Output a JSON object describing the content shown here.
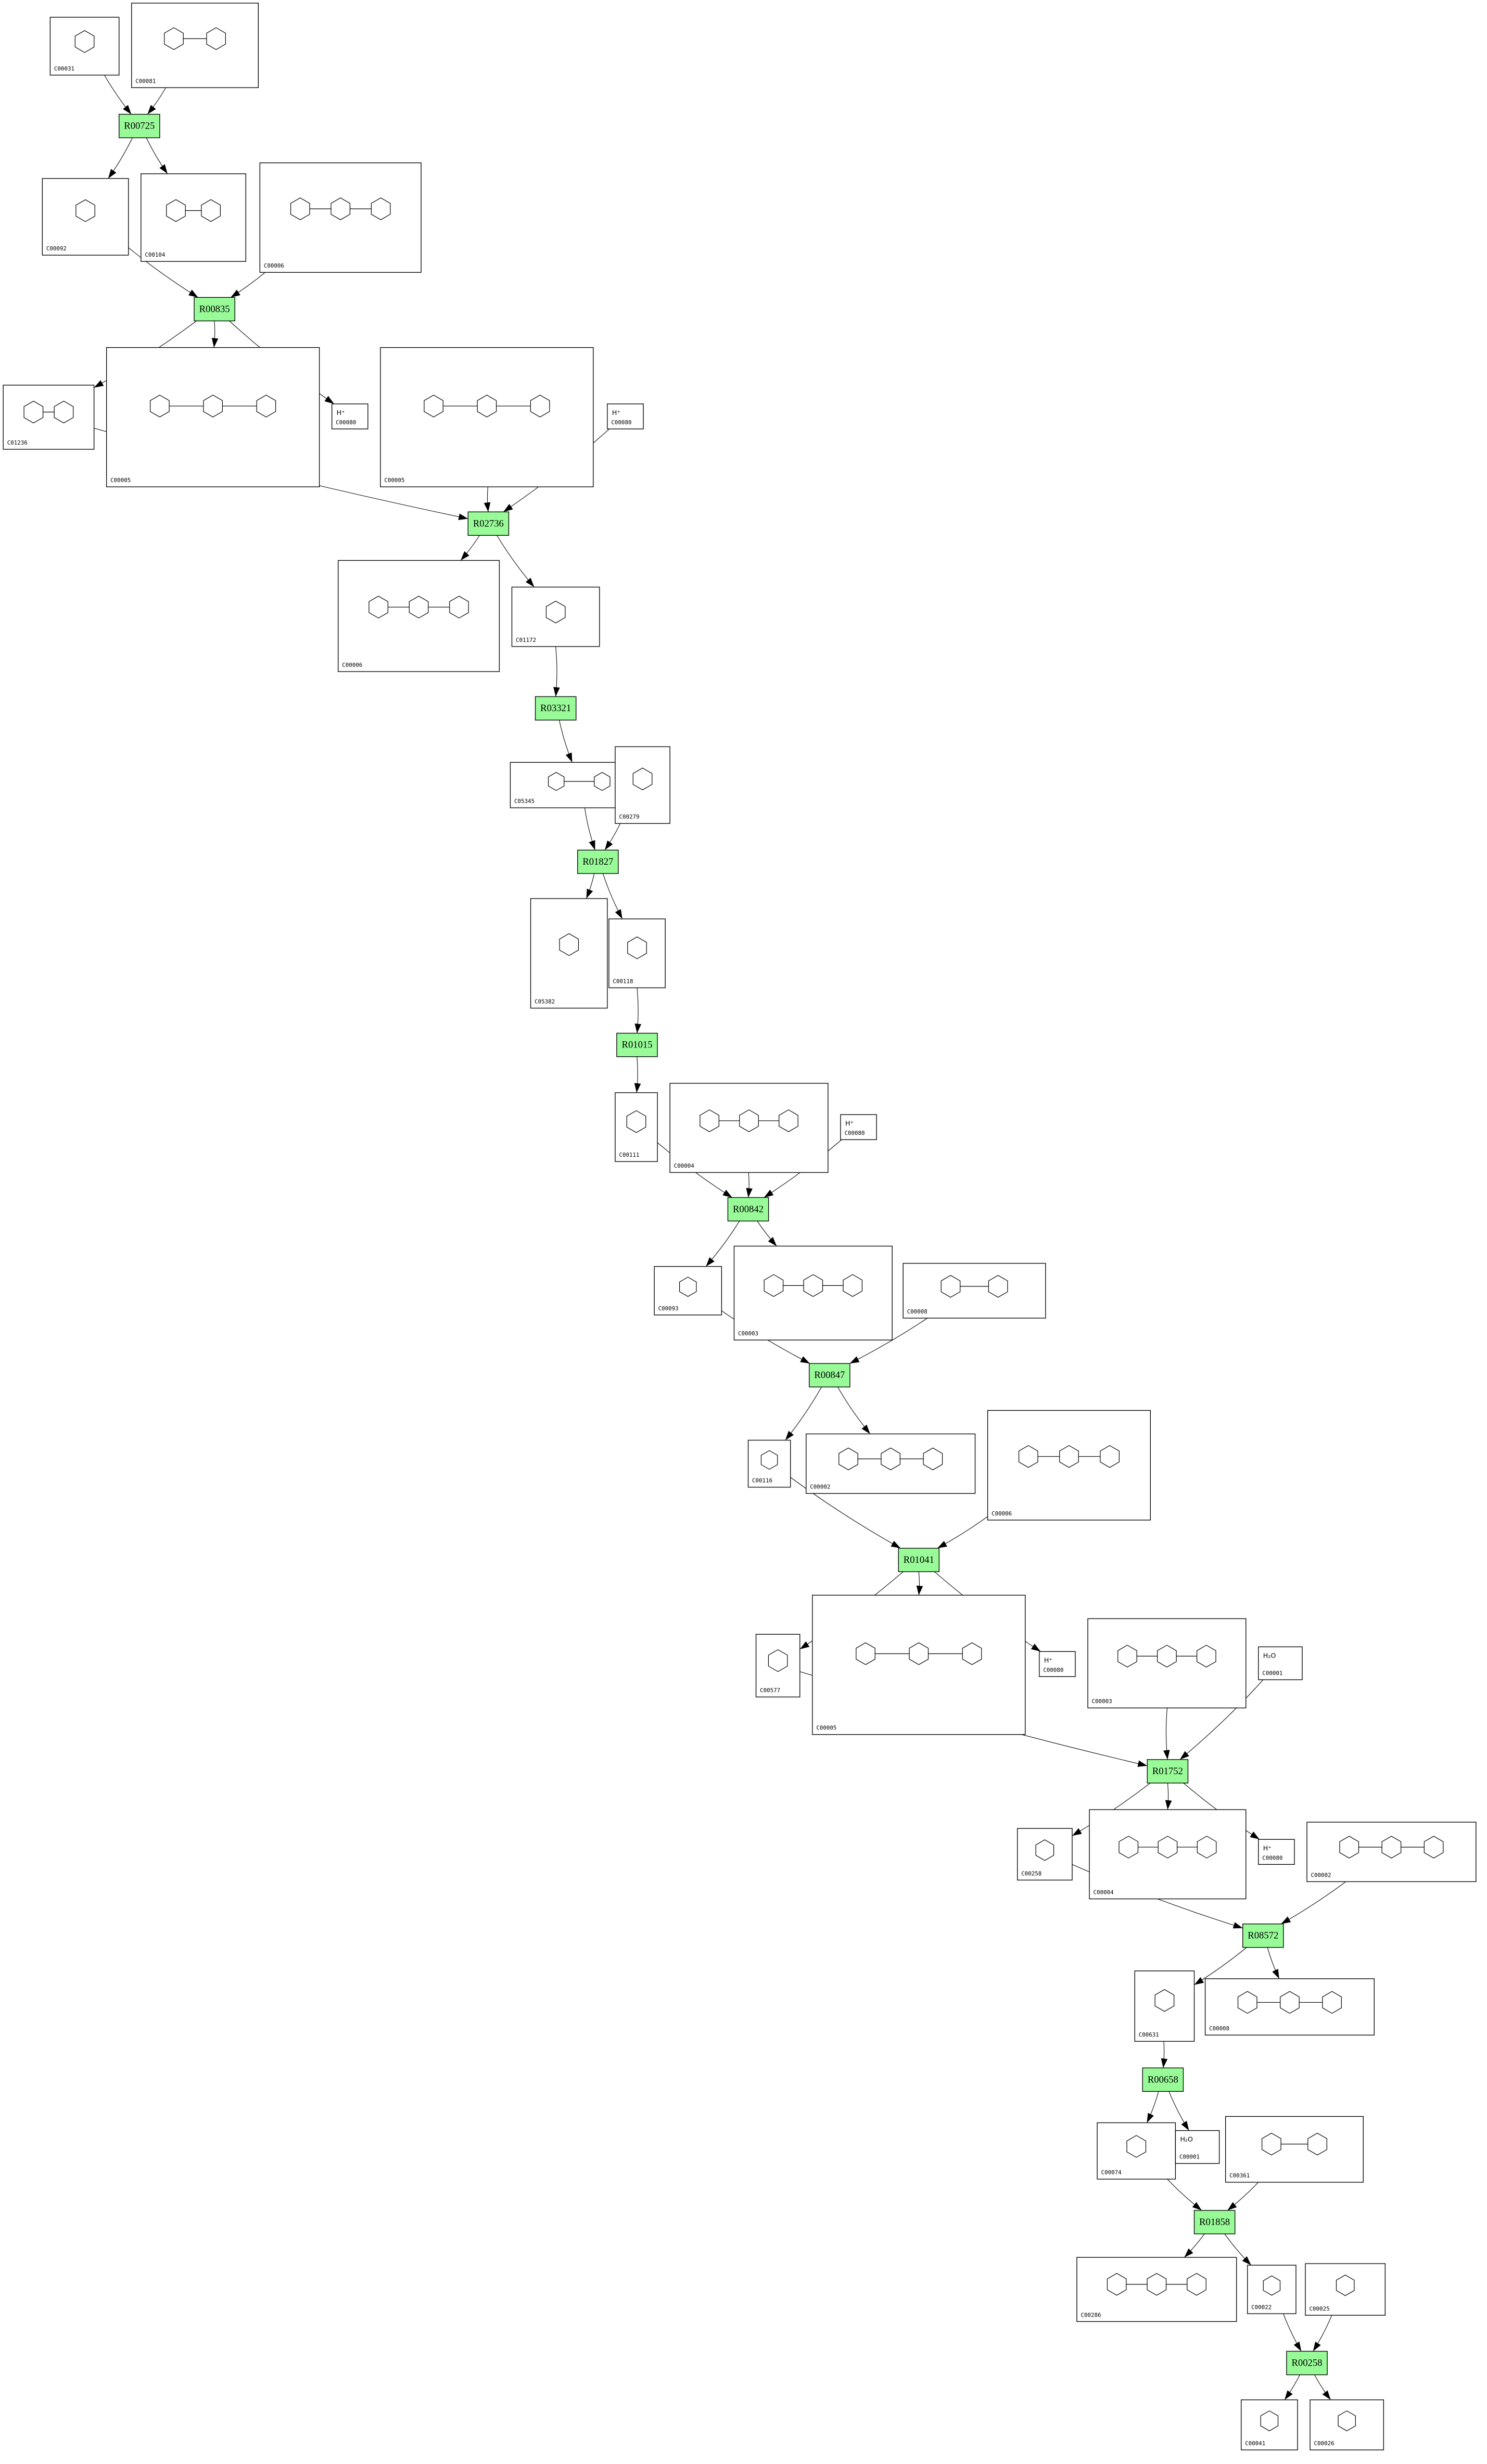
{
  "diagram": {
    "colors": {
      "reaction_fill": "#98fb98",
      "compound_fill": "#ffffff",
      "stroke": "#000000"
    },
    "compounds": {
      "c1": "C00031",
      "c2": "C00081",
      "c3": "C00092",
      "c4": "C00104",
      "c5": "C00006",
      "c6": "C01236",
      "c7": "C00005",
      "c8": "C00080",
      "c9": "C00005",
      "c10": "C00080",
      "c11": "C00006",
      "c12": "C01172",
      "c13": "C05345",
      "c14": "C00279",
      "c15": "C05382",
      "c16": "C00118",
      "c17": "C00111",
      "c18": "C00004",
      "c19": "C00080",
      "c20": "C00093",
      "c21": "C00003",
      "c22": "C00008",
      "c23": "C00116",
      "c24": "C00002",
      "c25": "C00006",
      "c26": "C00577",
      "c27": "C00005",
      "c28": "C00080",
      "c29": "C00003",
      "c30": "C00001",
      "c31": "C00258",
      "c32": "C00004",
      "c33": "C00080",
      "c34": "C00002",
      "c35": "C00631",
      "c36": "C00008",
      "c37": "C00074",
      "c38": "C00001",
      "c39": "C00361",
      "c40": "C00286",
      "c41": "C00022",
      "c42": "C00025",
      "c43": "C00041",
      "c44": "C00026"
    },
    "hplus_label": "H⁺",
    "water_label": "H₂O",
    "reactions": [
      {
        "key": "r1",
        "id": "R00725",
        "substrates": [
          "c1",
          "c2"
        ],
        "products": [
          "c3",
          "c4"
        ]
      },
      {
        "key": "r2",
        "id": "R00835",
        "substrates": [
          "c3",
          "c5"
        ],
        "products": [
          "c6",
          "c7",
          "c8"
        ]
      },
      {
        "key": "r3",
        "id": "R02736",
        "substrates": [
          "c6",
          "c9",
          "c10"
        ],
        "products": [
          "c11",
          "c12"
        ]
      },
      {
        "key": "r4",
        "id": "R03321",
        "substrates": [
          "c12"
        ],
        "products": [
          "c13"
        ]
      },
      {
        "key": "r5",
        "id": "R01827",
        "substrates": [
          "c13",
          "c14"
        ],
        "products": [
          "c15",
          "c16"
        ]
      },
      {
        "key": "r6",
        "id": "R01015",
        "substrates": [
          "c16"
        ],
        "products": [
          "c17"
        ]
      },
      {
        "key": "r7",
        "id": "R00842",
        "substrates": [
          "c17",
          "c18",
          "c19"
        ],
        "products": [
          "c20",
          "c21"
        ]
      },
      {
        "key": "r8",
        "id": "R00847",
        "substrates": [
          "c20",
          "c22"
        ],
        "products": [
          "c23",
          "c24"
        ]
      },
      {
        "key": "r9",
        "id": "R01041",
        "substrates": [
          "c23",
          "c25"
        ],
        "products": [
          "c26",
          "c27",
          "c28"
        ]
      },
      {
        "key": "r10",
        "id": "R01752",
        "substrates": [
          "c26",
          "c29",
          "c30"
        ],
        "products": [
          "c31",
          "c32",
          "c33"
        ]
      },
      {
        "key": "r11",
        "id": "R08572",
        "substrates": [
          "c31",
          "c34"
        ],
        "products": [
          "c35",
          "c36"
        ]
      },
      {
        "key": "r12",
        "id": "R00658",
        "substrates": [
          "c35"
        ],
        "products": [
          "c37",
          "c38"
        ]
      },
      {
        "key": "r13",
        "id": "R01858",
        "substrates": [
          "c37",
          "c39"
        ],
        "products": [
          "c40",
          "c41"
        ]
      },
      {
        "key": "r14",
        "id": "R00258",
        "substrates": [
          "c41",
          "c42"
        ],
        "products": [
          "c43",
          "c44"
        ]
      }
    ]
  }
}
